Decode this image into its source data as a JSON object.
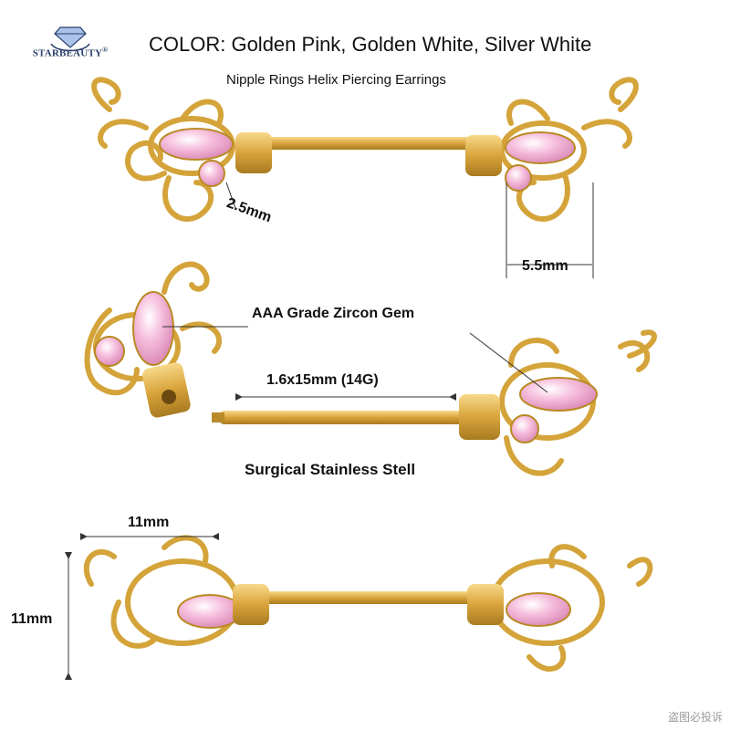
{
  "brand": {
    "name": "STARBEAUTY",
    "reg_mark": "®"
  },
  "header": {
    "title": "COLOR: Golden Pink, Golden White, Silver White",
    "subtitle": "Nipple Rings Helix Piercing Earrings"
  },
  "labels": {
    "gem_size": "2.5mm",
    "end_width": "5.5mm",
    "gem_grade": "AAA Grade Zircon Gem",
    "bar_size": "1.6x15mm (14G)",
    "material": "Surgical Stainless Stell",
    "width": "11mm",
    "height": "11mm"
  },
  "watermark": "盗图必投诉",
  "colors": {
    "gold": "#e2b74a",
    "gold_dark": "#b98a22",
    "pink_gem": "#f4b5d6",
    "text": "#111111"
  }
}
